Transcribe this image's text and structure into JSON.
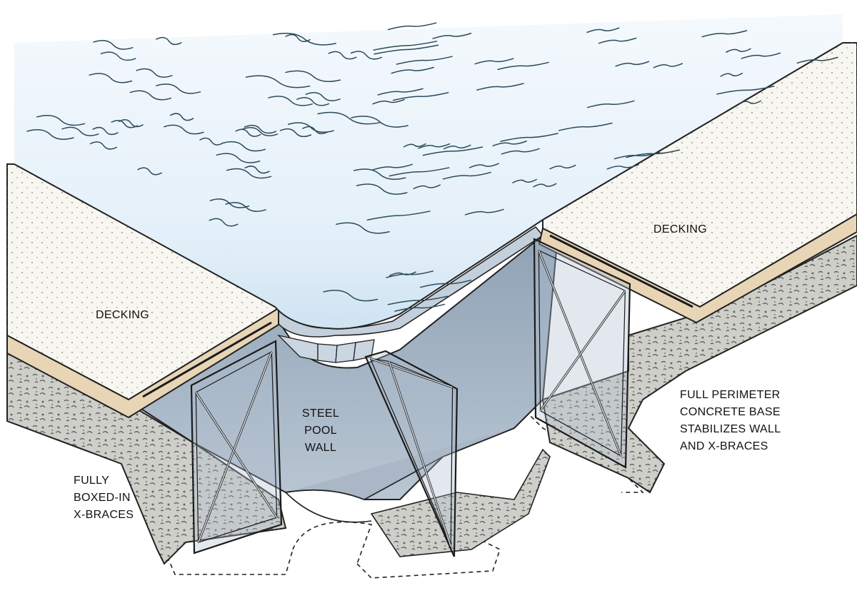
{
  "labels": {
    "decking_left": "DECKING",
    "decking_right": "DECKING",
    "wall": [
      "STEEL",
      "POOL",
      "WALL"
    ],
    "braces": [
      "FULLY",
      "BOXED-IN",
      "X-BRACES"
    ],
    "base": [
      "FULL PERIMETER",
      "CONCRETE BASE",
      "STABILIZES WALL",
      "AND X-BRACES"
    ]
  },
  "colors": {
    "water": "#dfeef8",
    "water_edge": "#c4dced",
    "wave_stroke": "#2c4a5a",
    "pool_wall": "#aebccb",
    "pool_wall_dark": "#93a4b6",
    "deck_top": "#f6f5f0",
    "deck_edge": "#e6d3b3",
    "concrete": "#c9c9c3",
    "brace": "#d8dde2",
    "outline": "#1b1b1b"
  },
  "icons": [
    "water-surface",
    "deck-slab",
    "x-brace-frame",
    "concrete-footing"
  ]
}
